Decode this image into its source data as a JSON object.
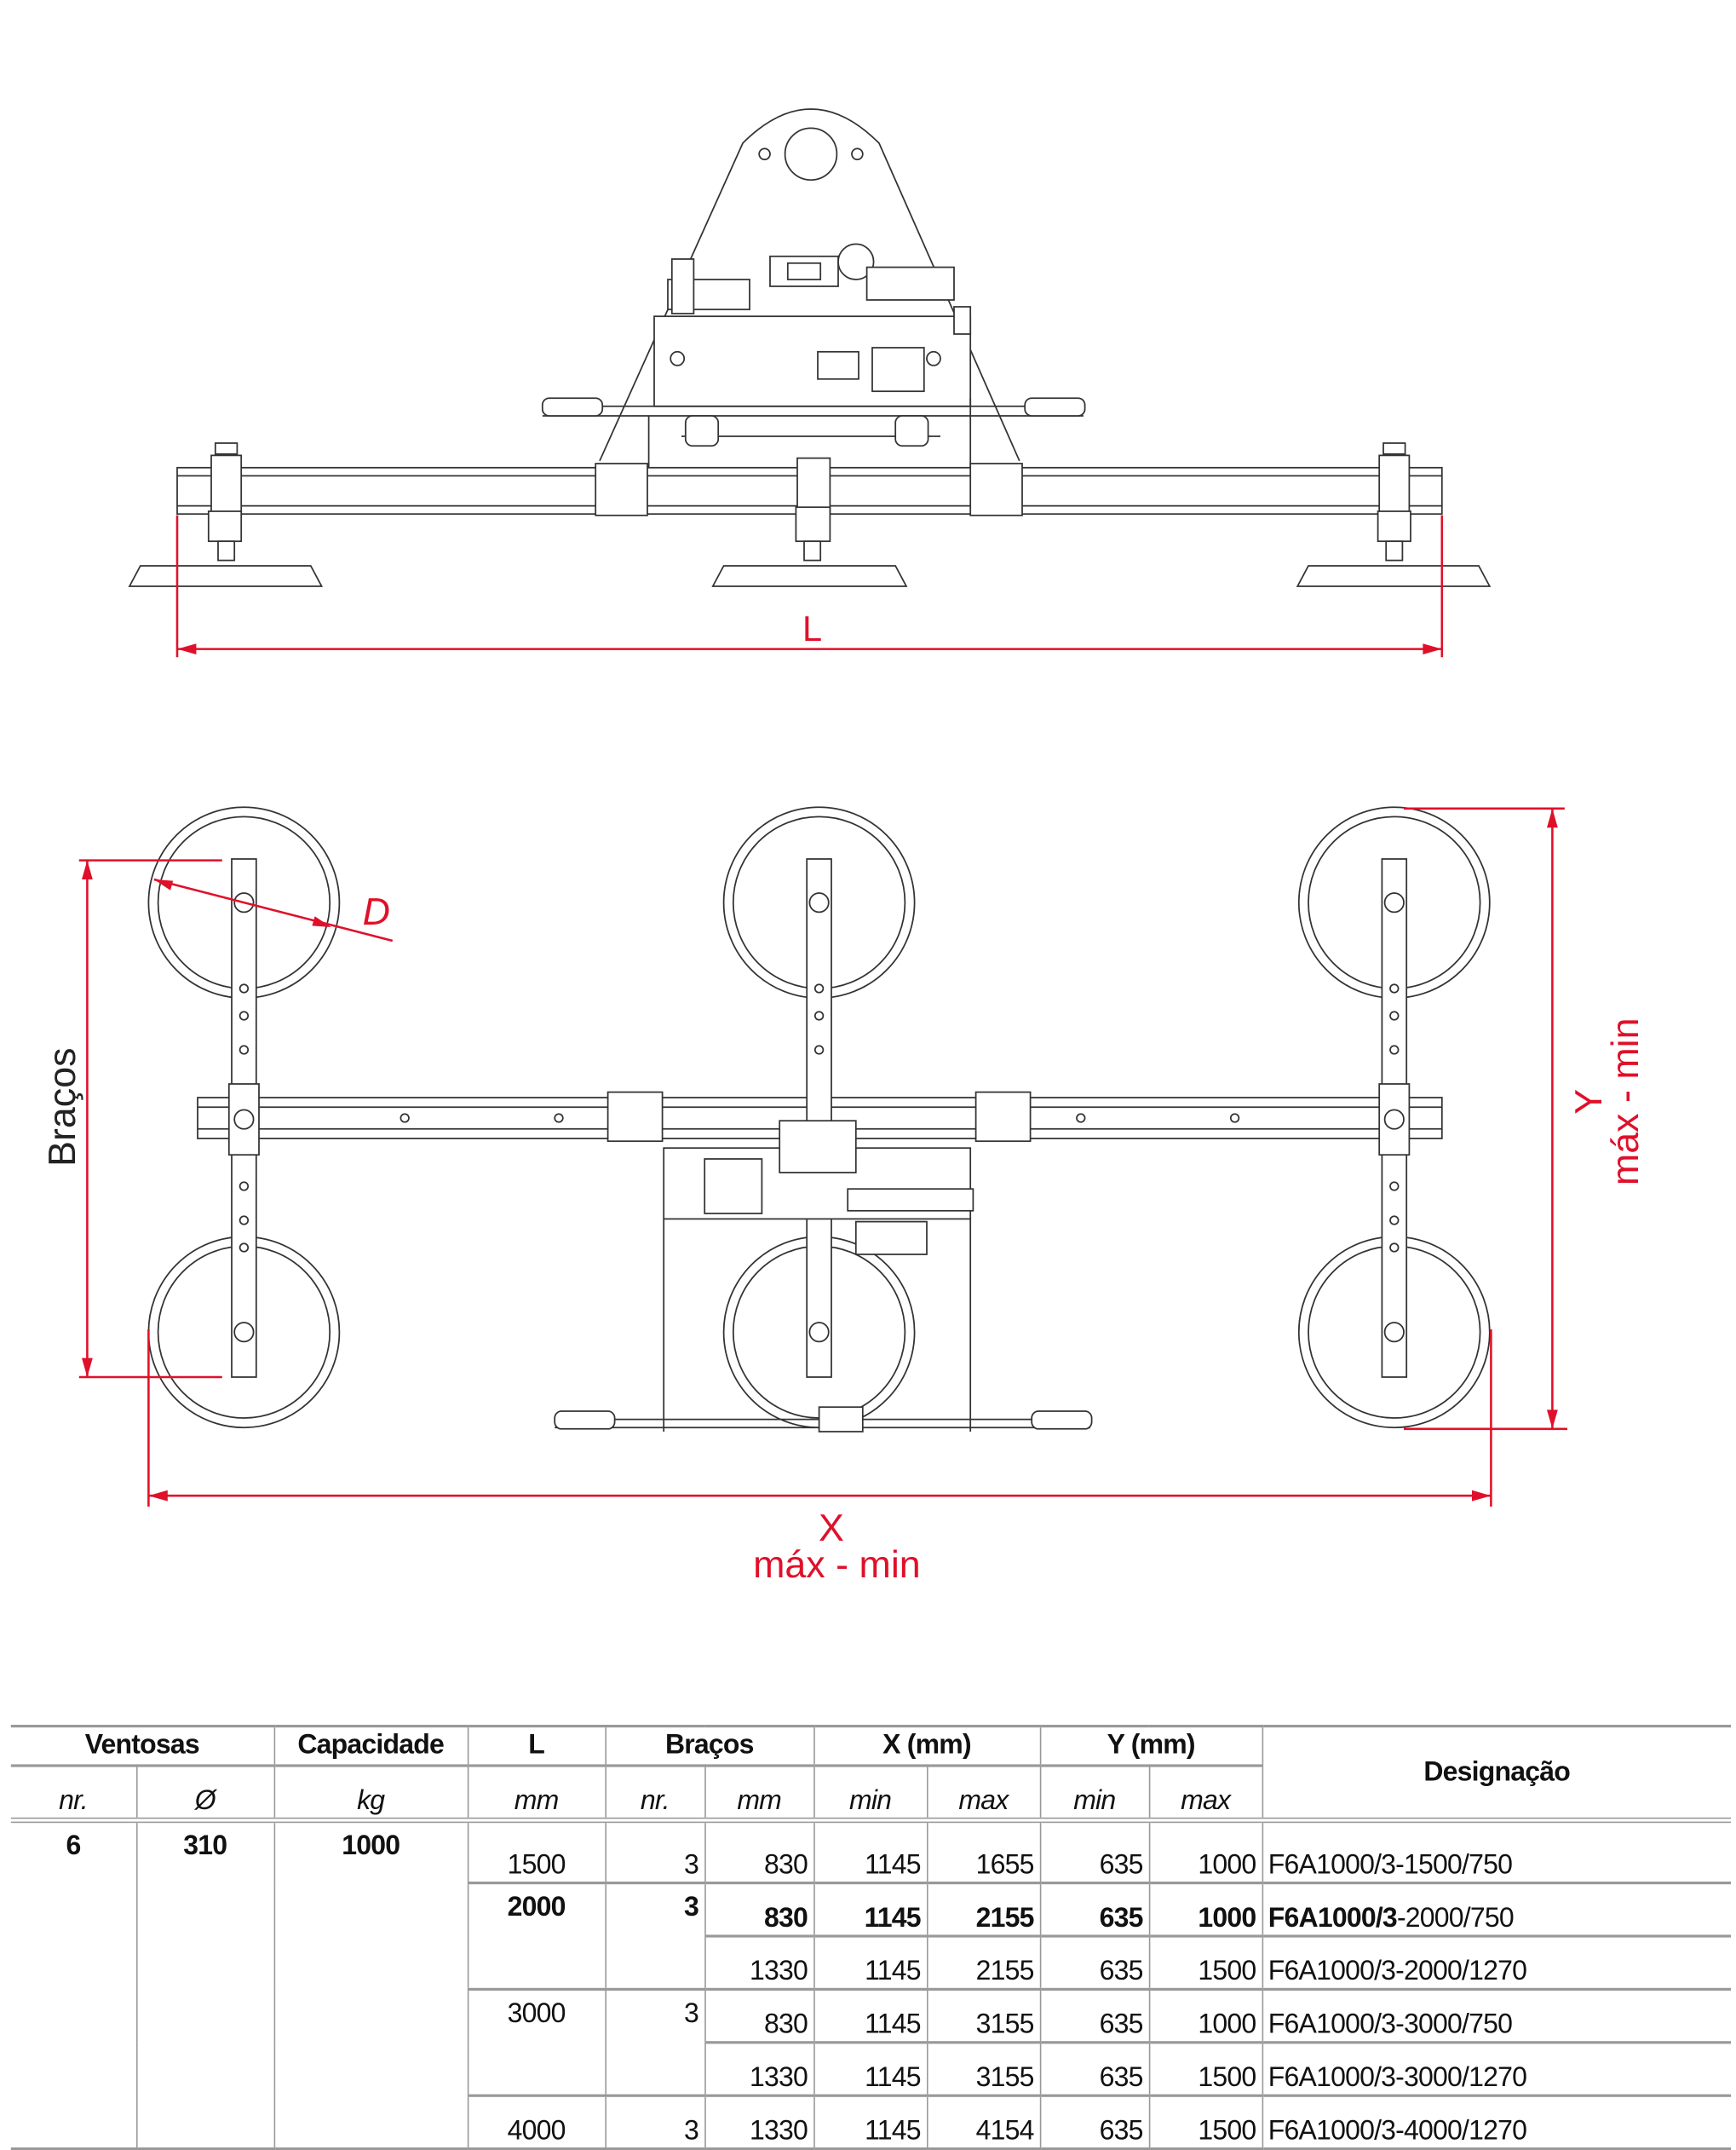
{
  "drawing": {
    "label_L": "L",
    "label_D": "D",
    "label_bracos": "Braços",
    "label_X": "X",
    "label_X_range": "máx - min",
    "label_Y": "Y",
    "label_Y_range": "máx - min",
    "dimension_color": "#e0102a"
  },
  "table": {
    "headers": {
      "ventosas": "Ventosas",
      "capacidade": "Capacidade",
      "L": "L",
      "bracos": "Braços",
      "x": "X (mm)",
      "y": "Y (mm)",
      "designacao": "Designação"
    },
    "subheaders": [
      "nr.",
      "Ø",
      "kg",
      "mm",
      "nr.",
      "mm",
      "min",
      "max",
      "min",
      "max"
    ],
    "common": {
      "ventosas_nr": "6",
      "ventosas_diam": "310",
      "capacidade": "1000"
    },
    "rows": [
      {
        "L": "1500",
        "bracos_nr": "3",
        "bracos_mm": "830",
        "x_min": "1145",
        "x_max": "1655",
        "y_min": "635",
        "y_max": "1000",
        "designacao": "F6A1000/3-1500/750"
      },
      {
        "L": "2000",
        "bracos_nr": "3",
        "bracos_mm": "830",
        "x_min": "1145",
        "x_max": "2155",
        "y_min": "635",
        "y_max": "1000",
        "designacao_bold": "F6A1000/3",
        "designacao_rest": "-2000/750"
      },
      {
        "bracos_mm": "1330",
        "x_min": "1145",
        "x_max": "2155",
        "y_min": "635",
        "y_max": "1500",
        "designacao": "F6A1000/3-2000/1270"
      },
      {
        "L": "3000",
        "bracos_nr": "3",
        "bracos_mm": "830",
        "x_min": "1145",
        "x_max": "3155",
        "y_min": "635",
        "y_max": "1000",
        "designacao": "F6A1000/3-3000/750"
      },
      {
        "bracos_mm": "1330",
        "x_min": "1145",
        "x_max": "3155",
        "y_min": "635",
        "y_max": "1500",
        "designacao": "F6A1000/3-3000/1270"
      },
      {
        "L": "4000",
        "bracos_nr": "3",
        "bracos_mm": "1330",
        "x_min": "1145",
        "x_max": "4154",
        "y_min": "635",
        "y_max": "1500",
        "designacao": "F6A1000/3-4000/1270"
      }
    ]
  }
}
